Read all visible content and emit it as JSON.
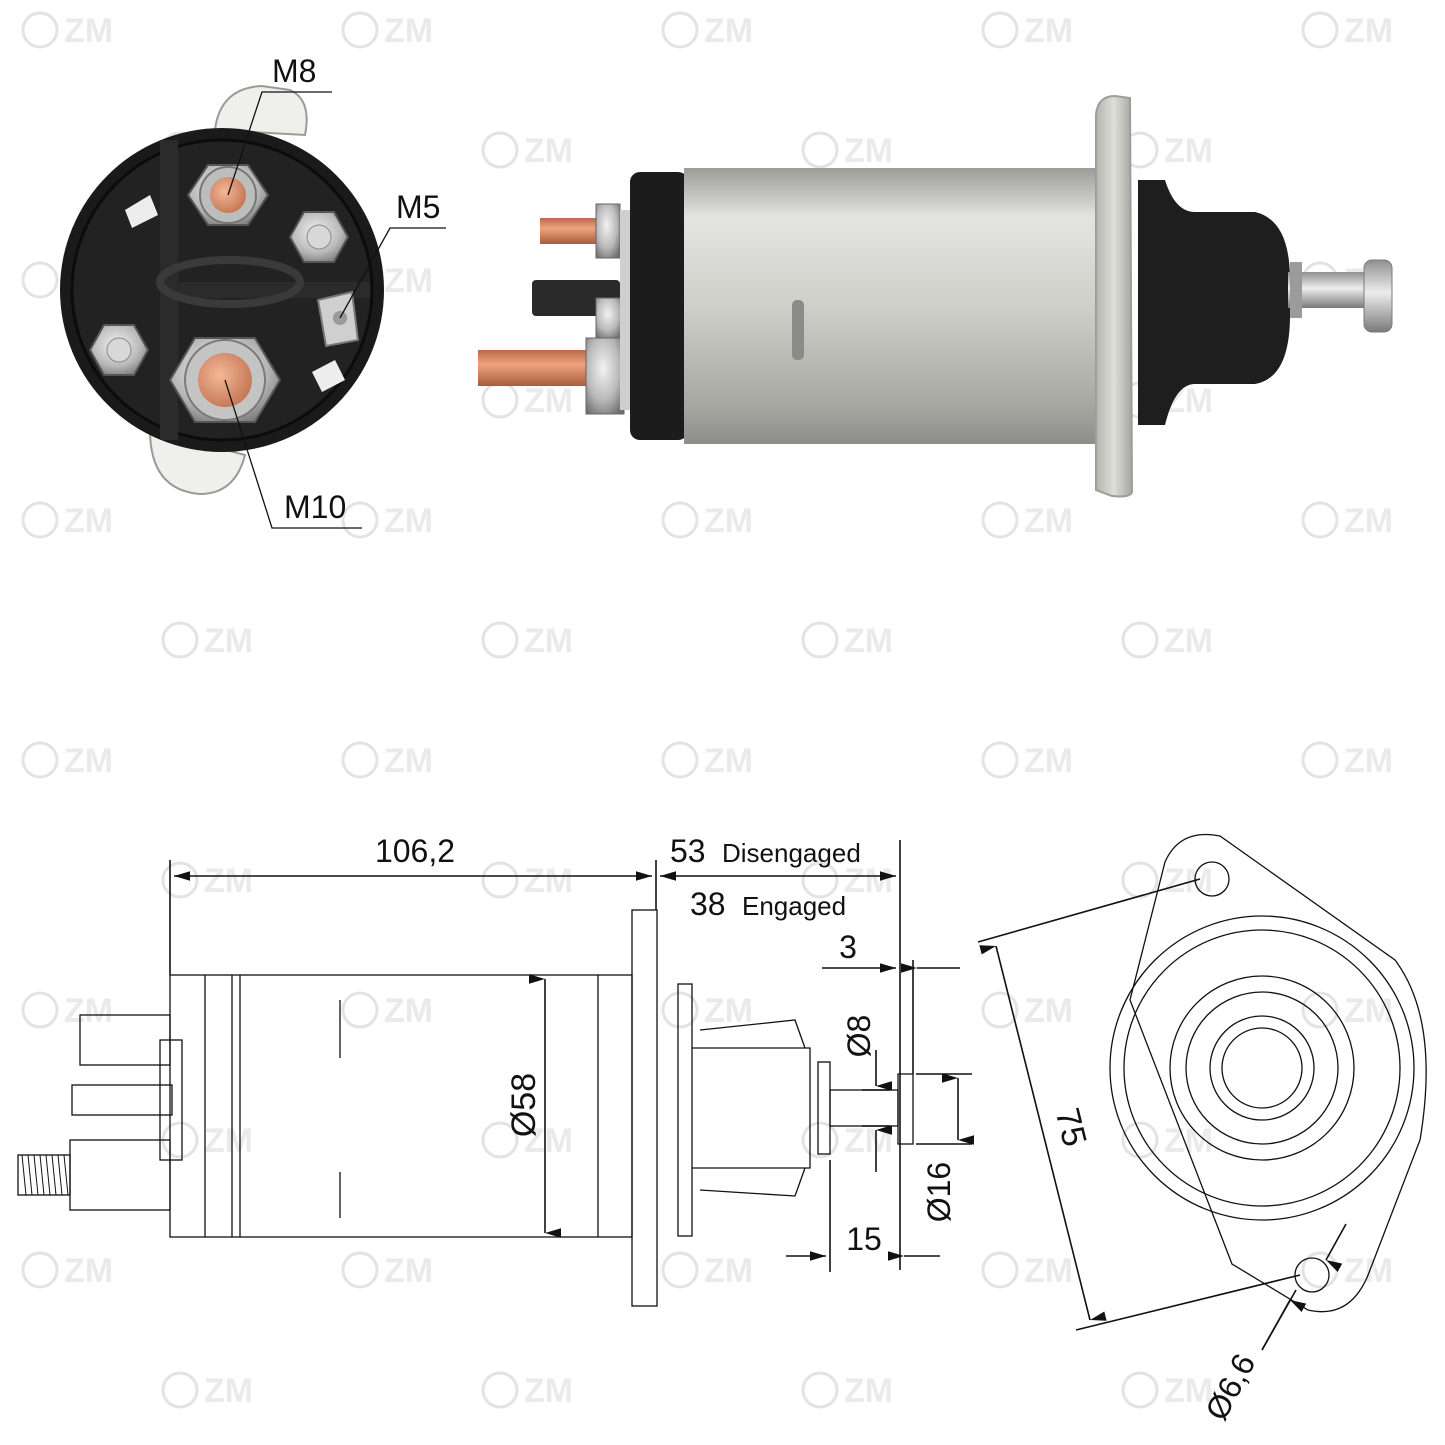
{
  "watermark": "ZM",
  "photo_labels": {
    "m8": "M8",
    "m5": "M5",
    "m10": "M10"
  },
  "dimensions": {
    "body_length": "106,2",
    "stroke_disengaged_value": "53",
    "stroke_disengaged_label": "Disengaged",
    "stroke_engaged_value": "38",
    "stroke_engaged_label": "Engaged",
    "cap_thickness": "3",
    "shaft_diameter": "Ø8",
    "body_diameter": "Ø58",
    "cap_diameter": "Ø16",
    "shaft_length": "15",
    "mount_hole_spacing": "75",
    "mount_hole_diameter": "Ø6,6"
  },
  "colors": {
    "terminal_housing": "#1a1a1a",
    "copper": "#d98a64",
    "silver": "#c8c8c4",
    "plunger_rubber": "#1e1e1e"
  }
}
